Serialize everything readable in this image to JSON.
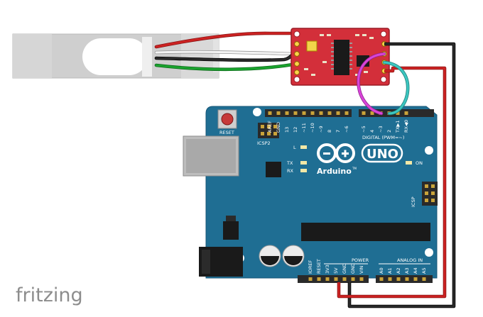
{
  "branding": {
    "app_name": "fritzing"
  },
  "arduino": {
    "logo_text": "Arduino",
    "tm_mark": "TM",
    "model": "UNO",
    "labels": {
      "reset": "RESET",
      "icsp2": "ICSP2",
      "icsp": "ICSP",
      "led_l": "L",
      "led_tx": "TX",
      "led_rx": "RX",
      "led_on": "ON",
      "digital": "DIGITAL (PWM=~)",
      "power": "POWER",
      "analog_in": "ANALOG IN"
    },
    "digital_pins": [
      "AREF",
      "GND",
      "13",
      "12",
      "~11",
      "~10",
      "~9",
      "8",
      "7",
      "~6",
      "~5",
      "4",
      "~3",
      "2",
      "TX▶1",
      "RX◀0"
    ],
    "power_pins": [
      "IOREF",
      "RESET",
      "3V3",
      "5V",
      "GND",
      "GND",
      "VIN"
    ],
    "analog_pins": [
      "A0",
      "A1",
      "A2",
      "A3",
      "A4",
      "A5"
    ]
  },
  "colors": {
    "board": "#1f6e93",
    "module": "#d32f3a",
    "wire_red": "#cc2222",
    "wire_black": "#1a1a1a",
    "wire_green": "#1aa32e",
    "wire_white": "#f4f4f4",
    "wire_magenta": "#d845d8",
    "wire_cyan": "#3cc6c0"
  }
}
